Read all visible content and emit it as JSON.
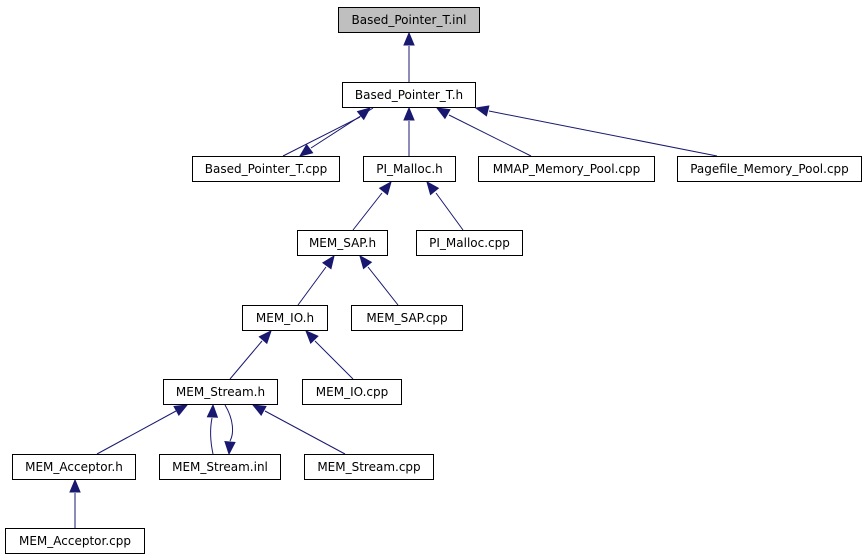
{
  "graph": {
    "colors": {
      "edge": "#191970",
      "node_border": "#000000",
      "root_fill": "#bfbfbf",
      "node_fill": "#ffffff"
    },
    "nodes": [
      {
        "id": "based_pointer_t_inl",
        "label": "Based_Pointer_T.inl",
        "root": true
      },
      {
        "id": "based_pointer_t_h",
        "label": "Based_Pointer_T.h"
      },
      {
        "id": "based_pointer_t_cpp",
        "label": "Based_Pointer_T.cpp"
      },
      {
        "id": "pi_malloc_h",
        "label": "PI_Malloc.h"
      },
      {
        "id": "mmap_memory_pool_cpp",
        "label": "MMAP_Memory_Pool.cpp"
      },
      {
        "id": "pagefile_memory_pool_cpp",
        "label": "Pagefile_Memory_Pool.cpp"
      },
      {
        "id": "mem_sap_h",
        "label": "MEM_SAP.h"
      },
      {
        "id": "pi_malloc_cpp",
        "label": "PI_Malloc.cpp"
      },
      {
        "id": "mem_io_h",
        "label": "MEM_IO.h"
      },
      {
        "id": "mem_sap_cpp",
        "label": "MEM_SAP.cpp"
      },
      {
        "id": "mem_stream_h",
        "label": "MEM_Stream.h"
      },
      {
        "id": "mem_io_cpp",
        "label": "MEM_IO.cpp"
      },
      {
        "id": "mem_acceptor_h",
        "label": "MEM_Acceptor.h"
      },
      {
        "id": "mem_stream_inl",
        "label": "MEM_Stream.inl"
      },
      {
        "id": "mem_stream_cpp",
        "label": "MEM_Stream.cpp"
      },
      {
        "id": "mem_acceptor_cpp",
        "label": "MEM_Acceptor.cpp"
      }
    ],
    "edges": [
      {
        "from": "based_pointer_t_h",
        "to": "based_pointer_t_inl"
      },
      {
        "from": "based_pointer_t_cpp",
        "to": "based_pointer_t_h"
      },
      {
        "from": "based_pointer_t_h",
        "to": "based_pointer_t_cpp"
      },
      {
        "from": "pi_malloc_h",
        "to": "based_pointer_t_h"
      },
      {
        "from": "mmap_memory_pool_cpp",
        "to": "based_pointer_t_h"
      },
      {
        "from": "pagefile_memory_pool_cpp",
        "to": "based_pointer_t_h"
      },
      {
        "from": "mem_sap_h",
        "to": "pi_malloc_h"
      },
      {
        "from": "pi_malloc_cpp",
        "to": "pi_malloc_h"
      },
      {
        "from": "mem_io_h",
        "to": "mem_sap_h"
      },
      {
        "from": "mem_sap_cpp",
        "to": "mem_sap_h"
      },
      {
        "from": "mem_stream_h",
        "to": "mem_io_h"
      },
      {
        "from": "mem_io_cpp",
        "to": "mem_io_h"
      },
      {
        "from": "mem_acceptor_h",
        "to": "mem_stream_h"
      },
      {
        "from": "mem_stream_inl",
        "to": "mem_stream_h"
      },
      {
        "from": "mem_stream_h",
        "to": "mem_stream_inl"
      },
      {
        "from": "mem_stream_cpp",
        "to": "mem_stream_h"
      },
      {
        "from": "mem_acceptor_cpp",
        "to": "mem_acceptor_h"
      }
    ]
  }
}
